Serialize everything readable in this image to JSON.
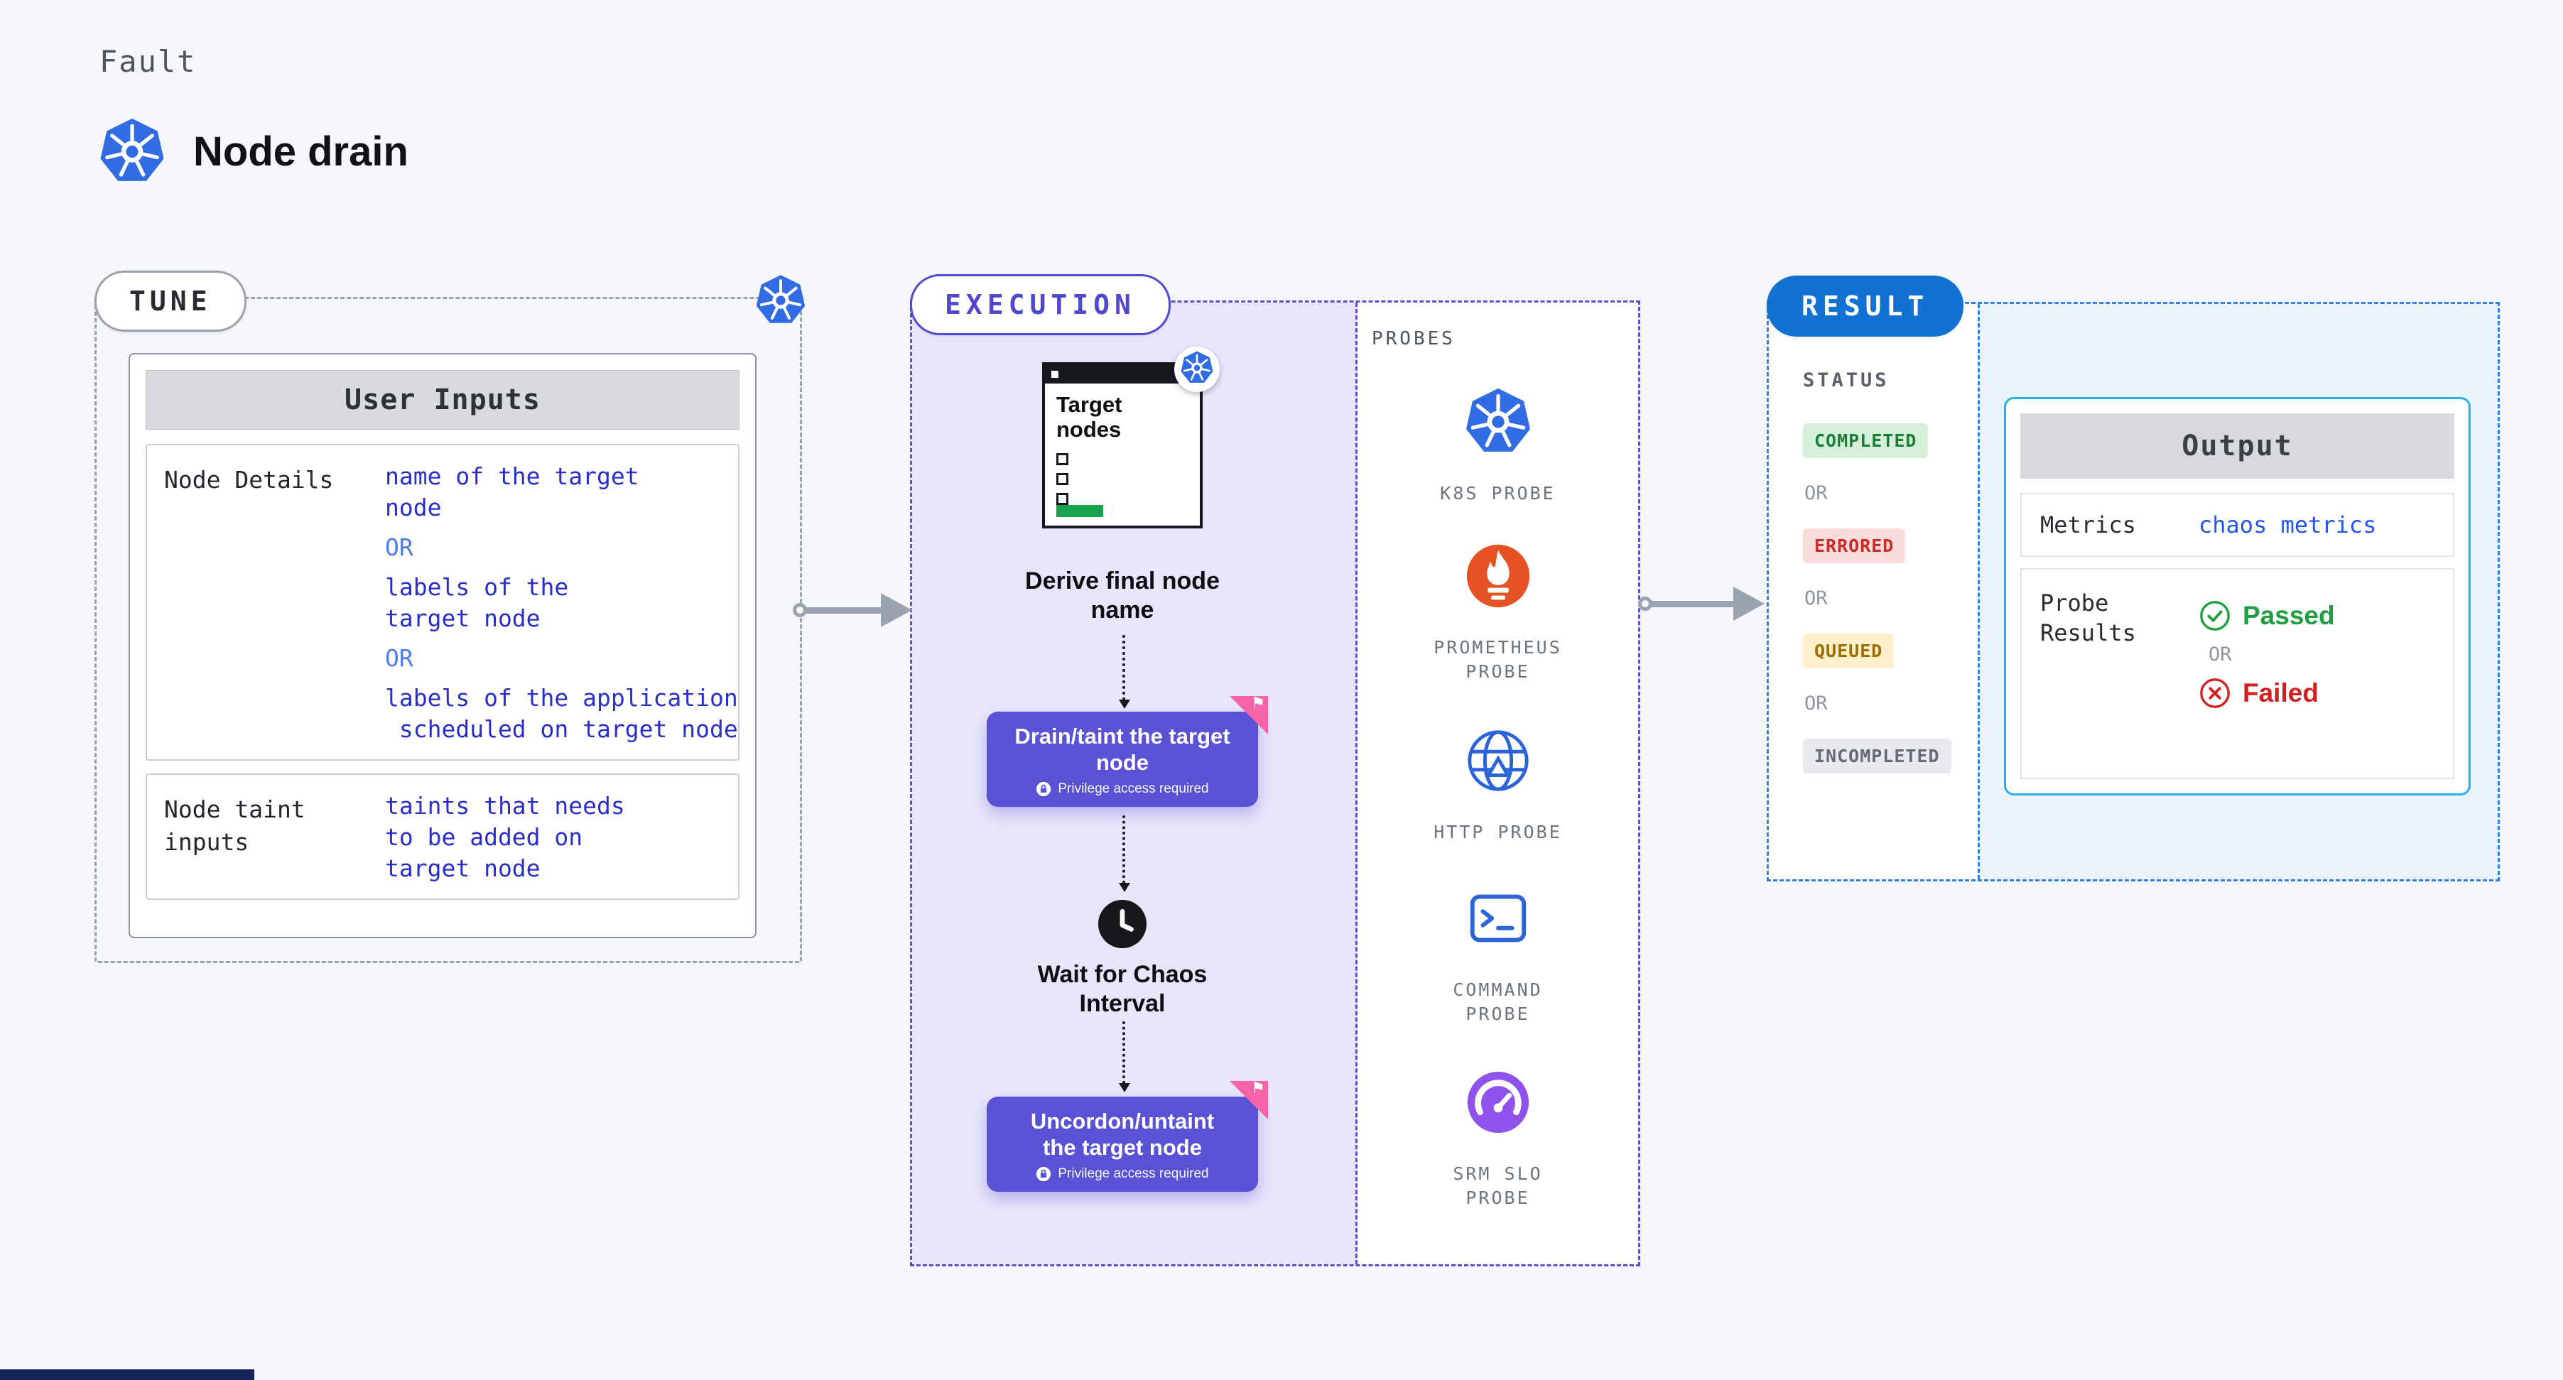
{
  "header": {
    "kicker": "Fault",
    "title": "Node drain"
  },
  "tune": {
    "label": "TUNE",
    "panel_title": "User Inputs",
    "rows": [
      {
        "label": "Node Details",
        "lines": [
          "name of the target",
          "node",
          "OR",
          "labels of the",
          "target node",
          "OR",
          "labels of the application",
          " scheduled on target node"
        ]
      },
      {
        "label": "Node taint inputs",
        "lines": [
          "taints that needs",
          "to be added on",
          "target node"
        ]
      }
    ]
  },
  "execution": {
    "label": "EXECUTION",
    "target_card": {
      "title_lines": [
        "Target",
        "nodes"
      ]
    },
    "step1_caption_lines": [
      "Derive final node",
      "name"
    ],
    "action1": {
      "title_lines": [
        "Drain/taint the target",
        "node"
      ],
      "subtitle": "Privilege access required"
    },
    "step2_caption_lines": [
      "Wait for Chaos",
      "Interval"
    ],
    "action2": {
      "title_lines": [
        "Uncordon/untaint",
        "the target node"
      ],
      "subtitle": "Privilege access required"
    },
    "probes": {
      "label": "PROBES",
      "items": [
        {
          "icon": "k8s",
          "label_lines": [
            "K8S PROBE"
          ]
        },
        {
          "icon": "prometheus",
          "label_lines": [
            "PROMETHEUS",
            "PROBE"
          ]
        },
        {
          "icon": "http",
          "label_lines": [
            "HTTP PROBE"
          ]
        },
        {
          "icon": "command",
          "label_lines": [
            "COMMAND",
            "PROBE"
          ]
        },
        {
          "icon": "srm",
          "label_lines": [
            "SRM SLO",
            "PROBE"
          ]
        }
      ]
    }
  },
  "result": {
    "label": "RESULT",
    "status": {
      "label": "STATUS",
      "separator": "OR",
      "badges": [
        {
          "text": "COMPLETED",
          "kind": "completed",
          "bg": "#d5efda",
          "color": "#1b7e37"
        },
        {
          "text": "ERRORED",
          "kind": "errored",
          "bg": "#fadbdb",
          "color": "#c72c26"
        },
        {
          "text": "QUEUED",
          "kind": "queued",
          "bg": "#fcefca",
          "color": "#9c6d00"
        },
        {
          "text": "INCOMPLETED",
          "kind": "incompleted",
          "bg": "#e7e9ee",
          "color": "#636b75"
        }
      ]
    },
    "output": {
      "title": "Output",
      "metrics_label": "Metrics",
      "metrics_value": "chaos metrics",
      "probe_results_label_lines": [
        "Probe",
        "Results"
      ],
      "passed": "Passed",
      "or": "OR",
      "failed": "Failed"
    }
  },
  "colors": {
    "result_blue": "#1172d4",
    "execution_purple": "#5a52d5",
    "kubernetes_blue": "#326ce5",
    "prometheus_orange": "#e75225",
    "passed_green": "#1d9e3f",
    "failed_red": "#d21f1f",
    "flag_pink": "#f763a8"
  }
}
